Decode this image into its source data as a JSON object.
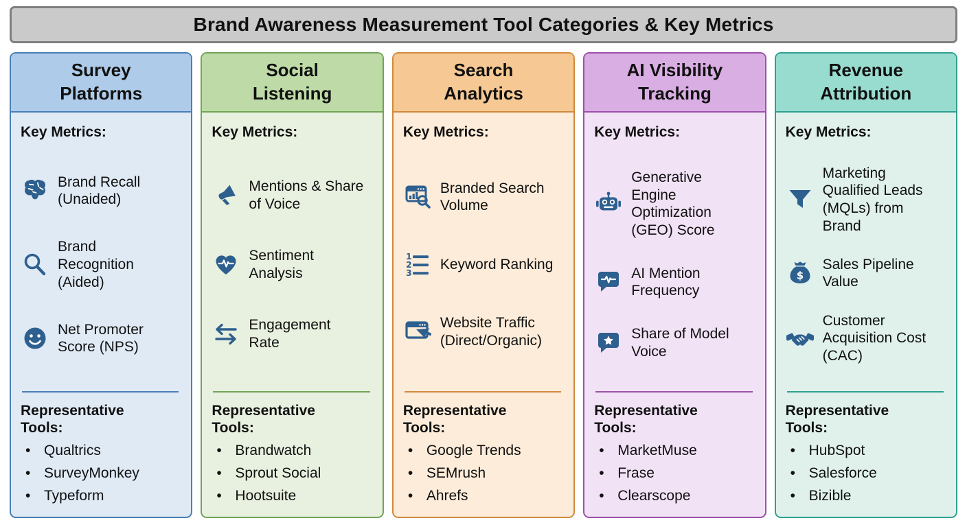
{
  "title": "Brand Awareness Measurement Tool Categories & Key Metrics",
  "labels": {
    "key_metrics": "Key Metrics:",
    "tools": "Representative Tools:"
  },
  "icon_color": "#2e608f",
  "title_bar": {
    "bg": "#cacaca",
    "border": "#7f7f7f"
  },
  "columns": [
    {
      "title": "Survey Platforms",
      "colors": {
        "header": "#aecbe9",
        "body": "#e0eaf5",
        "border": "#4a7fb5"
      },
      "metrics": [
        {
          "icon": "brain-icon",
          "label": "Brand Recall (Unaided)"
        },
        {
          "icon": "magnifier-icon",
          "label": "Brand Recognition (Aided)"
        },
        {
          "icon": "smiley-icon",
          "label": "Net Promoter Score (NPS)"
        }
      ],
      "tools": [
        "Qualtrics",
        "SurveyMonkey",
        "Typeform"
      ]
    },
    {
      "title": "Social Listening",
      "colors": {
        "header": "#bedba7",
        "body": "#e8f0df",
        "border": "#71a457"
      },
      "metrics": [
        {
          "icon": "megaphone-icon",
          "label": "Mentions & Share of Voice"
        },
        {
          "icon": "heart-pulse-icon",
          "label": "Sentiment Analysis"
        },
        {
          "icon": "swap-arrows-icon",
          "label": "Engagement Rate"
        }
      ],
      "tools": [
        "Brandwatch",
        "Sprout Social",
        "Hootsuite"
      ]
    },
    {
      "title": "Search Analytics",
      "colors": {
        "header": "#f6c994",
        "body": "#fdecd9",
        "border": "#d08a3e"
      },
      "metrics": [
        {
          "icon": "browser-chart-search-icon",
          "label": "Branded Search Volume"
        },
        {
          "icon": "numbered-list-icon",
          "label": "Keyword Ranking"
        },
        {
          "icon": "browser-cursor-icon",
          "label": "Website Traffic (Direct/Organic)"
        }
      ],
      "tools": [
        "Google Trends",
        "SEMrush",
        "Ahrefs"
      ]
    },
    {
      "title": "AI Visibility Tracking",
      "colors": {
        "header": "#d9aee3",
        "body": "#f1e2f5",
        "border": "#9b51a9"
      },
      "metrics": [
        {
          "icon": "robot-icon",
          "label": "Generative Engine Optimization (GEO) Score"
        },
        {
          "icon": "chat-pulse-icon",
          "label": "AI Mention Frequency"
        },
        {
          "icon": "chat-star-icon",
          "label": "Share of Model Voice"
        }
      ],
      "tools": [
        "MarketMuse",
        "Frase",
        "Clearscope"
      ]
    },
    {
      "title": "Revenue Attribution",
      "colors": {
        "header": "#98dccf",
        "body": "#e0f1ec",
        "border": "#2fa092"
      },
      "metrics": [
        {
          "icon": "funnel-icon",
          "label": "Marketing Qualified Leads (MQLs) from Brand"
        },
        {
          "icon": "money-bag-icon",
          "label": "Sales Pipeline Value"
        },
        {
          "icon": "handshake-icon",
          "label": "Customer Acquisition Cost (CAC)"
        }
      ],
      "tools": [
        "HubSpot",
        "Salesforce",
        "Bizible"
      ]
    }
  ]
}
